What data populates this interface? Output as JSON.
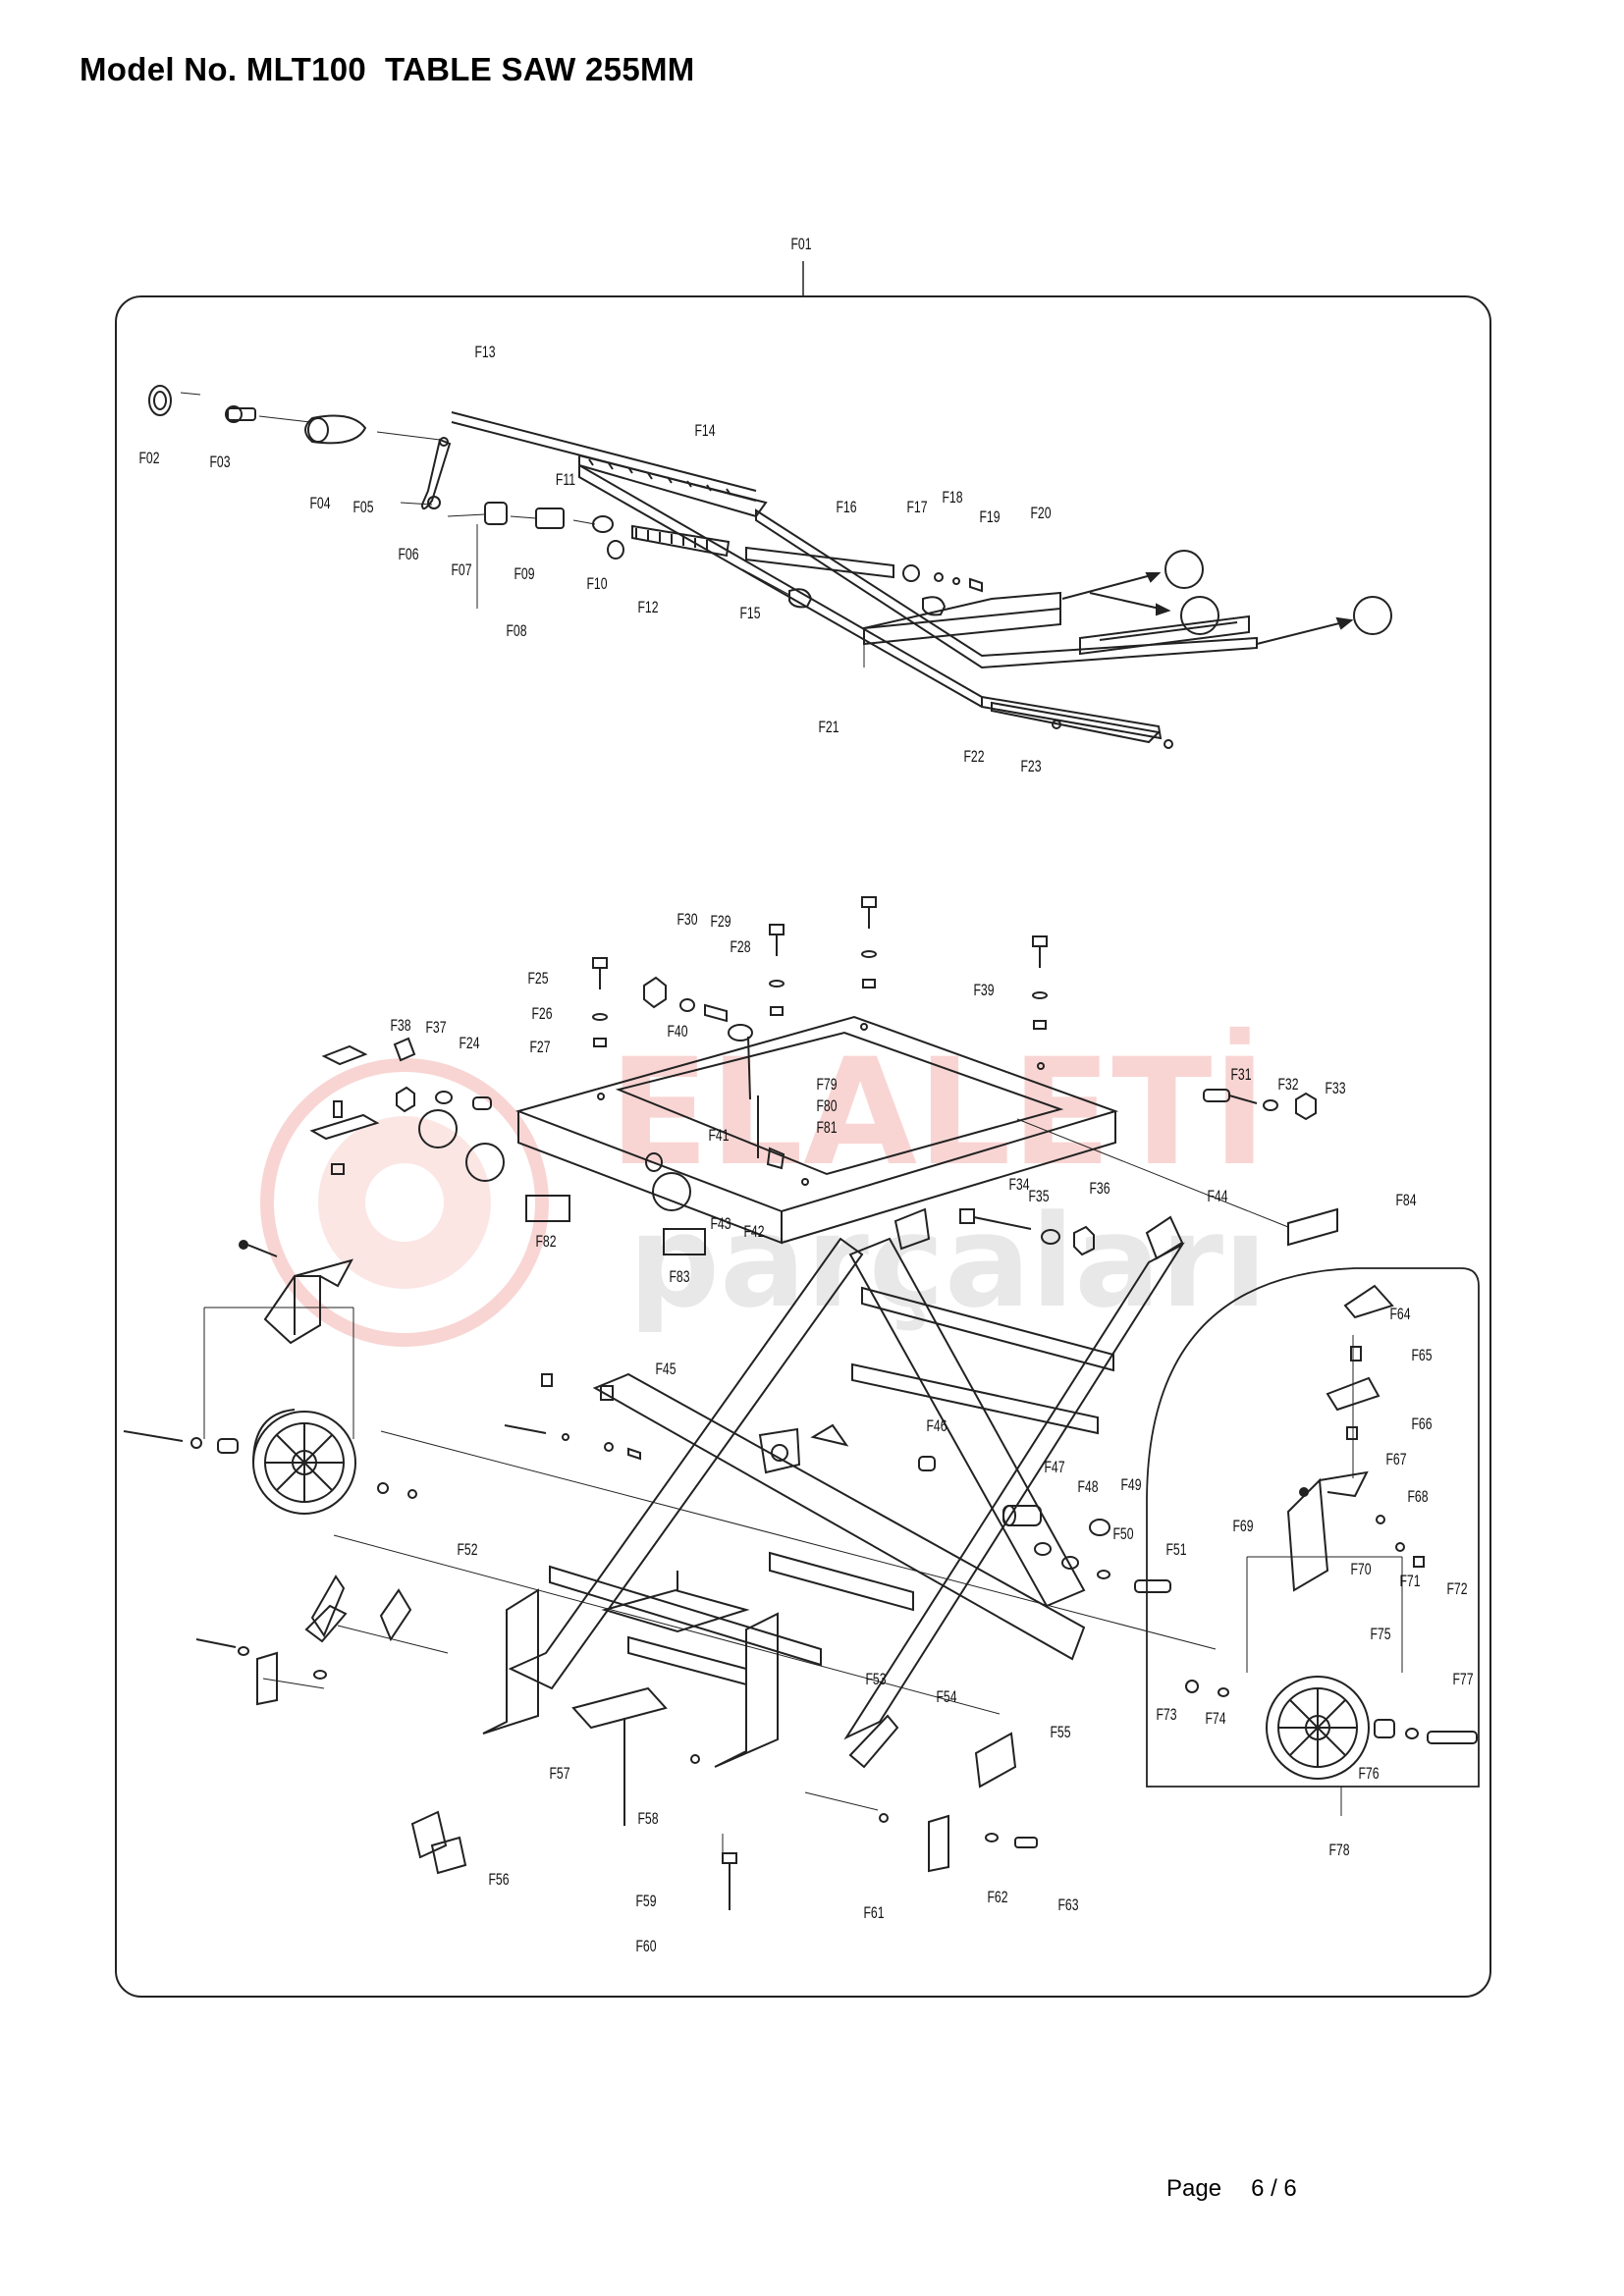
{
  "header": {
    "title": "Model No. MLT100  TABLE SAW 255MM"
  },
  "footer": {
    "page_label": "Page",
    "page_number": "6 / 6"
  },
  "watermark": {
    "line1": "ELALETİ",
    "line2": "parçaları",
    "color": "#e4463a",
    "color2": "#9a9a9a"
  },
  "diagram": {
    "assembly_label": "F01",
    "parts": [
      "F02",
      "F03",
      "F04",
      "F05",
      "F06",
      "F07",
      "F08",
      "F09",
      "F10",
      "F11",
      "F12",
      "F13",
      "F14",
      "F15",
      "F16",
      "F17",
      "F18",
      "F19",
      "F20",
      "F21",
      "F22",
      "F23",
      "F24",
      "F25",
      "F26",
      "F27",
      "F28",
      "F29",
      "F30",
      "F31",
      "F32",
      "F33",
      "F34",
      "F35",
      "F36",
      "F37",
      "F38",
      "F39",
      "F40",
      "F41",
      "F42",
      "F43",
      "F44",
      "F45",
      "F46",
      "F47",
      "F48",
      "F49",
      "F50",
      "F51",
      "F52",
      "F53",
      "F54",
      "F55",
      "F56",
      "F57",
      "F58",
      "F59",
      "F60",
      "F61",
      "F62",
      "F63",
      "F64",
      "F65",
      "F66",
      "F67",
      "F68",
      "F69",
      "F70",
      "F71",
      "F72",
      "F73",
      "F74",
      "F75",
      "F76",
      "F77",
      "F78",
      "F79",
      "F80",
      "F81",
      "F82",
      "F83",
      "F84"
    ]
  }
}
